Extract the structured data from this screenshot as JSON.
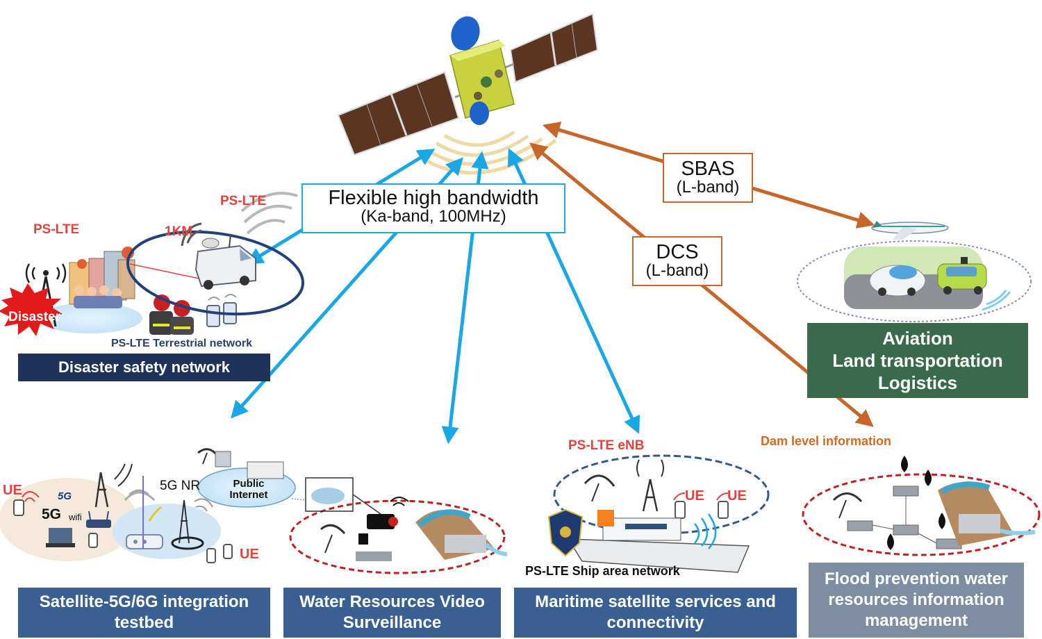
{
  "top_link": {
    "title": "Flexible high bandwidth",
    "subtitle": "(Ka-band, 100MHz)"
  },
  "sbas": {
    "title": "SBAS",
    "subtitle": "(L-band)"
  },
  "dcs": {
    "title": "DCS",
    "subtitle": "(L-band)"
  },
  "disaster": {
    "ps_lte_left": "PS-LTE",
    "ps_lte_top": "PS-LTE",
    "range": "1KM",
    "burst": "Disaster",
    "terrestrial": "PS-LTE Terrestrial network",
    "banner": "Disaster safety network"
  },
  "aviation": {
    "lines": [
      "Aviation",
      "Land transportation",
      "Logistics"
    ]
  },
  "testbed": {
    "ue_left": "UE",
    "ue_bottom": "UE",
    "five_g": "5G",
    "five_g_small": "5G",
    "wifi": "wifi",
    "five_g_nr": "5G NR",
    "public_internet": "Public Internet",
    "banner": "Satellite-5G/6G integration testbed"
  },
  "water": {
    "banner": "Water Resources Video Surveillance"
  },
  "maritime": {
    "enb": "PS-LTE eNB",
    "ue1": "UE",
    "ue2": "UE",
    "ship_net": "PS-LTE Ship area network",
    "banner": "Maritime satellite services and connectivity"
  },
  "flood": {
    "dam": "Dam level information",
    "banner": "Flood prevention water resources information management"
  },
  "colors": {
    "ka_link": "#1aa7e6",
    "l_link": "#c8652a",
    "banner_dark": "#1f3257",
    "banner_blue": "#3a5f91",
    "banner_green": "#3b6a4b",
    "banner_gray": "#7d8ea3",
    "accent_red": "#e8413a"
  }
}
